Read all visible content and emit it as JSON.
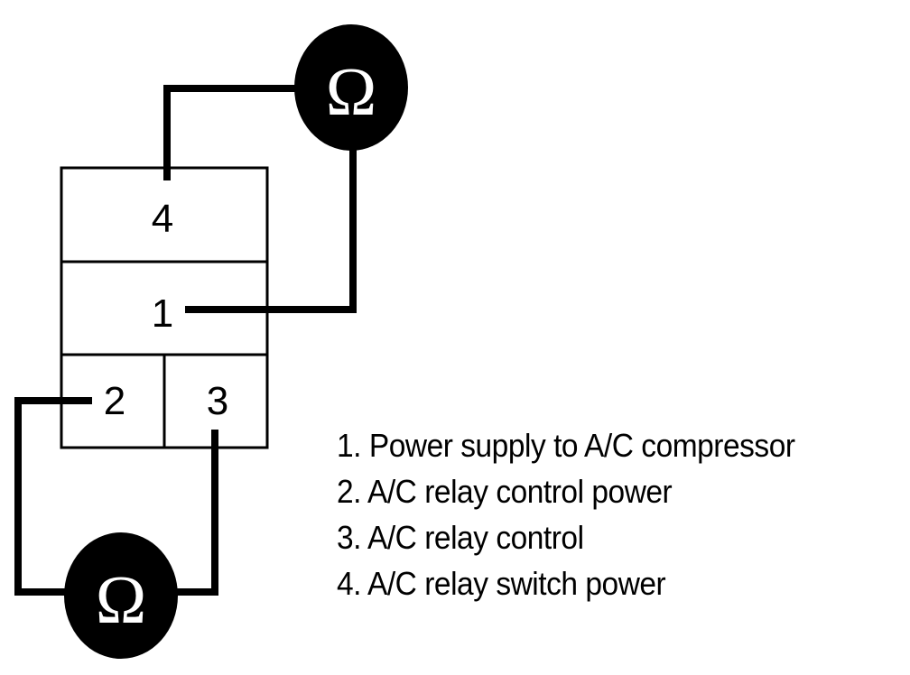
{
  "connector": {
    "pins": [
      {
        "number": "4",
        "label": "4"
      },
      {
        "number": "1",
        "label": "1"
      },
      {
        "number": "2",
        "label": "2"
      },
      {
        "number": "3",
        "label": "3"
      }
    ]
  },
  "meters": [
    {
      "id": "top",
      "symbol": "Ω",
      "connects": [
        "4",
        "1"
      ]
    },
    {
      "id": "bottom",
      "symbol": "Ω",
      "connects": [
        "2",
        "3"
      ]
    }
  ],
  "legend": [
    "1. Power supply to A/C compressor",
    "2. A/C relay control power",
    "3. A/C relay control",
    "4. A/C relay switch power"
  ],
  "colors": {
    "line": "#000000",
    "meter_fill": "#000000",
    "meter_symbol": "#ffffff",
    "background": "#ffffff"
  }
}
